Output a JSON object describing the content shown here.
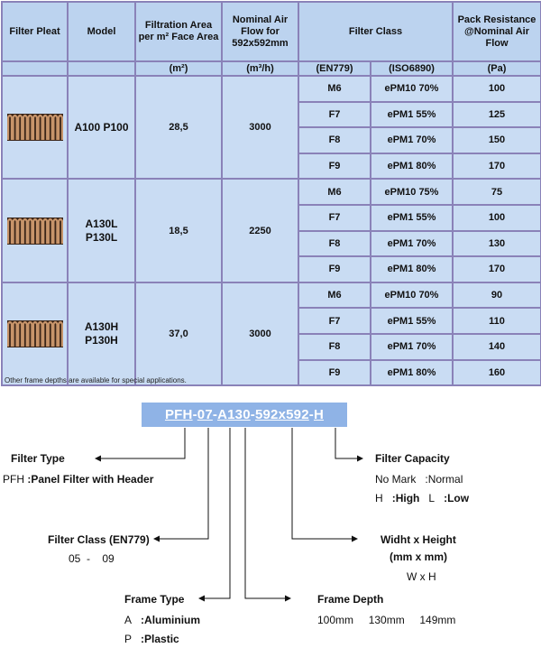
{
  "table": {
    "headers": {
      "filter_pleat": "Filter Pleat",
      "model": "Model",
      "filtration_area": "Filtration Area per m² Face Area",
      "nominal_air_flow": "Nominal Air Flow for 592x592mm",
      "filter_class": "Filter Class",
      "pack_resistance": "Pack Resistance @Nominal Air Flow"
    },
    "units": {
      "filtration_area": "(m²)",
      "nominal_air_flow": "(m³/h)",
      "en779": "(EN779)",
      "iso6890": "(ISO6890)",
      "pack_resistance": "(Pa)"
    },
    "groups": [
      {
        "model": "A100 P100",
        "area": "28,5",
        "flow": "3000",
        "rows": [
          {
            "en": "M6",
            "iso": "ePM10 70%",
            "pa": "100"
          },
          {
            "en": "F7",
            "iso": "ePM1 55%",
            "pa": "125"
          },
          {
            "en": "F8",
            "iso": "ePM1 70%",
            "pa": "150"
          },
          {
            "en": "F9",
            "iso": "ePM1 80%",
            "pa": "170"
          }
        ]
      },
      {
        "model_line1": "A130L",
        "model_line2": "P130L",
        "area": "18,5",
        "flow": "2250",
        "rows": [
          {
            "en": "M6",
            "iso": "ePM10 75%",
            "pa": "75"
          },
          {
            "en": "F7",
            "iso": "ePM1 55%",
            "pa": "100"
          },
          {
            "en": "F8",
            "iso": "ePM1 70%",
            "pa": "130"
          },
          {
            "en": "F9",
            "iso": "ePM1 80%",
            "pa": "170"
          }
        ]
      },
      {
        "model_line1": "A130H",
        "model_line2": "P130H",
        "area": "37,0",
        "flow": "3000",
        "rows": [
          {
            "en": "M6",
            "iso": "ePM10 70%",
            "pa": "90"
          },
          {
            "en": "F7",
            "iso": "ePM1 55%",
            "pa": "110"
          },
          {
            "en": "F8",
            "iso": "ePM1 70%",
            "pa": "140"
          },
          {
            "en": "F9",
            "iso": "ePM1 80%",
            "pa": "160"
          }
        ]
      }
    ],
    "footnote": "Other frame depths are available for special applications."
  },
  "code": {
    "p1": "PFH",
    "d1": "-",
    "p2": "07",
    "d2": "-",
    "p3": "A",
    "p4": "130",
    "d3": "-",
    "p5": "592x592",
    "d4": "-",
    "p6": "H"
  },
  "labels": {
    "filter_type": {
      "title": "Filter Type",
      "code": "PFH",
      "sep": " :",
      "desc": "Panel Filter with Header"
    },
    "filter_class": {
      "title": "Filter Class (EN779)",
      "from": "05",
      "sep": "-",
      "to": "09"
    },
    "frame_type": {
      "title": "Frame Type",
      "a_code": "A",
      "a_sep": ":",
      "a_desc": "Aluminium",
      "p_code": "P",
      "p_sep": ":",
      "p_desc": "Plastic"
    },
    "filter_capacity": {
      "title": "Filter Capacity",
      "normal_code": "No Mark",
      "normal_desc": ":Normal",
      "high_code": "H",
      "high_sep": ":",
      "high_desc": "High",
      "low_code": "L",
      "low_sep": ":",
      "low_desc": "Low"
    },
    "width_height": {
      "title1": "Widht x Height",
      "title2": "(mm x mm)",
      "formula": "W x H"
    },
    "frame_depth": {
      "title": "Frame Depth",
      "d1": "100mm",
      "d2": "130mm",
      "d3": "149mm"
    }
  },
  "colors": {
    "header_bg": "#bcd3ef",
    "cell_bg": "#c9dcf3",
    "border": "#8a82b8",
    "code_box_bg": "#8fb3e6",
    "pleat": "#c7946a"
  },
  "icons": {
    "pleat_image": "pleated-filter-media-image",
    "arrow": "arrow-head"
  }
}
